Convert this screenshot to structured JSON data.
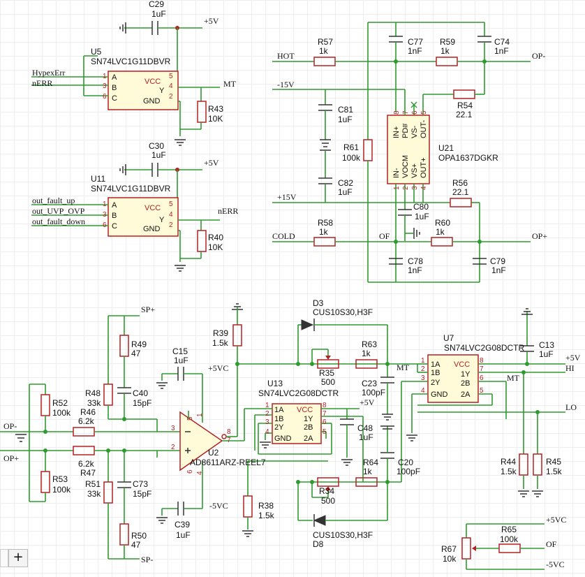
{
  "nets": {
    "p5v_a": "+5V",
    "p5v_b": "+5V",
    "p5v_c": "+5V",
    "p5v_d": "+5V",
    "mt_a": "MT",
    "nerr_a": "nERR",
    "hypexerr": "HypexErr",
    "nerr_in": "nERR",
    "fault_up": "out_fault_up",
    "uvp_ovp": "out_UVP_OVP",
    "fault_down": "out_fault_down",
    "hot": "HOT",
    "m15v": "-15V",
    "p15v": "+15V",
    "cold": "COLD",
    "of_a": "OF",
    "om": "OP-",
    "op_a": "OP+",
    "sp_p": "SP+",
    "sp_m": "SP-",
    "p5vc": "+5VC",
    "m5vc": "-5VC",
    "opm_in": "OP-",
    "opp_in": "OP+",
    "mt_b": "MT",
    "mt_c": "MT",
    "hi": "HI",
    "lo": "LO",
    "p5vc_b": "+5VC",
    "of_b": "OF",
    "m5vc_b": "-5VC"
  },
  "components": {
    "C29": {
      "ref": "C29",
      "val": "1uF"
    },
    "C30": {
      "ref": "C30",
      "val": "1uF"
    },
    "U5": {
      "ref": "U5",
      "val": "SN74LVC1G11DBVR"
    },
    "U11": {
      "ref": "U11",
      "val": "SN74LVC1G11DBVR"
    },
    "R43": {
      "ref": "R43",
      "val": "10K"
    },
    "R40": {
      "ref": "R40",
      "val": "10K"
    },
    "R57": {
      "ref": "R57",
      "val": "1k"
    },
    "C77": {
      "ref": "C77",
      "val": "1nF"
    },
    "R59": {
      "ref": "R59",
      "val": "1k"
    },
    "C74": {
      "ref": "C74",
      "val": "1nF"
    },
    "R54": {
      "ref": "R54",
      "val": "22.1"
    },
    "C81": {
      "ref": "C81",
      "val": "1uF"
    },
    "R61": {
      "ref": "R61",
      "val": "100k"
    },
    "C82": {
      "ref": "C82",
      "val": "1uF"
    },
    "U21": {
      "ref": "U21",
      "val": "OPA1637DGKR"
    },
    "R56": {
      "ref": "R56",
      "val": "22.1"
    },
    "C80": {
      "ref": "C80",
      "val": "1uF"
    },
    "R58": {
      "ref": "R58",
      "val": "1k"
    },
    "R60": {
      "ref": "R60",
      "val": "1k"
    },
    "C78": {
      "ref": "C78",
      "val": "1nF"
    },
    "C79": {
      "ref": "C79",
      "val": "1nF"
    },
    "D3": {
      "ref": "D3",
      "val": "CUS10S30,H3F"
    },
    "D8": {
      "ref": "D8",
      "val": "CUS10S30,H3F"
    },
    "R39": {
      "ref": "R39",
      "val": "1.5k"
    },
    "R63": {
      "ref": "R63",
      "val": "1k"
    },
    "R35": {
      "ref": "R35",
      "val": "500"
    },
    "C23": {
      "ref": "C23",
      "val": "100pF"
    },
    "U7": {
      "ref": "U7",
      "val": "SN74LVC2G08DCTR"
    },
    "C13": {
      "ref": "C13",
      "val": "1uF"
    },
    "R49": {
      "ref": "R49",
      "val": "47"
    },
    "C15": {
      "ref": "C15",
      "val": "1uF"
    },
    "R48": {
      "ref": "R48",
      "val": "33k"
    },
    "C40": {
      "ref": "C40",
      "val": "15pF"
    },
    "R52": {
      "ref": "R52",
      "val": "100k"
    },
    "R46": {
      "ref": "R46",
      "val": "6.2k"
    },
    "R47": {
      "ref": "R47",
      "val": "6.2k"
    },
    "U13": {
      "ref": "U13",
      "val": "SN74LVC2G08DCTR"
    },
    "C48": {
      "ref": "C48",
      "val": "1uF"
    },
    "U2": {
      "ref": "U2",
      "val": "AD8611ARZ-REEL7"
    },
    "R53": {
      "ref": "R53",
      "val": "100k"
    },
    "R51": {
      "ref": "R51",
      "val": "33k"
    },
    "C73": {
      "ref": "C73",
      "val": "15pF"
    },
    "R64": {
      "ref": "R64",
      "val": "1k"
    },
    "C20": {
      "ref": "C20",
      "val": "100pF"
    },
    "R34": {
      "ref": "R34",
      "val": "500"
    },
    "R38": {
      "ref": "R38",
      "val": "1.5k"
    },
    "R44": {
      "ref": "R44",
      "val": "1.5k"
    },
    "R45": {
      "ref": "R45",
      "val": "1.5k"
    },
    "C39": {
      "ref": "C39",
      "val": "1uF"
    },
    "R50": {
      "ref": "R50",
      "val": "47"
    },
    "R65": {
      "ref": "R65",
      "val": "100k"
    },
    "R67": {
      "ref": "R67",
      "val": "10k"
    }
  },
  "pins": {
    "u5": {
      "n1": "1",
      "n3": "3",
      "n6": "6",
      "n5": "5",
      "n4": "4",
      "n2": "2",
      "A": "A",
      "B": "B",
      "C": "C",
      "VCC": "VCC",
      "Y": "Y",
      "GND": "GND"
    },
    "u11": {
      "n1": "1",
      "n3": "3",
      "n6": "6",
      "n5": "5",
      "n4": "4",
      "n2": "2",
      "A": "A",
      "B": "B",
      "C": "C",
      "VCC": "VCC",
      "Y": "Y",
      "GND": "GND"
    },
    "u21": {
      "n8": "8",
      "n7": "7",
      "n6": "6",
      "n5": "5",
      "n1": "1",
      "n2": "2",
      "n3": "3",
      "n4": "4",
      "INp": "IN+",
      "PD": "PD#",
      "VSm": "VS-",
      "OUTm": "OUT-",
      "INm": "IN-",
      "VOCM": "VOCM",
      "VSp": "VS+",
      "OUTp": "OUT+"
    },
    "u13": {
      "n1": "1",
      "n2": "2",
      "n3": "3",
      "n4": "4",
      "n8": "8",
      "n7": "7",
      "n6": "6",
      "n5": "5",
      "A1": "1A",
      "B1": "1B",
      "Y2": "2Y",
      "GND": "GND",
      "VCC": "VCC",
      "Y1": "1Y",
      "B2": "2B",
      "A2": "2A"
    },
    "u7": {
      "n1": "1",
      "n2": "2",
      "n3": "3",
      "n4": "4",
      "n8": "8",
      "n7": "7",
      "n6": "6",
      "n5": "5",
      "A1": "1A",
      "B1": "1B",
      "Y2": "2Y",
      "GND": "GND",
      "VCC": "VCC",
      "Y1": "1Y",
      "B2": "2B",
      "A2": "2A"
    },
    "u2": {
      "n3": "3",
      "n2": "2",
      "n8": "8",
      "n7": "7",
      "n5": "5",
      "n1": "1",
      "n6": "6",
      "n4": "4"
    }
  },
  "ui": {
    "zoom_in": "+"
  },
  "colors": {
    "wire": "#2e9b2e",
    "pin": "#b22222",
    "body_fill": "#fffbd8",
    "ground": "#333333",
    "net_label_line": "#1a3a8a"
  }
}
